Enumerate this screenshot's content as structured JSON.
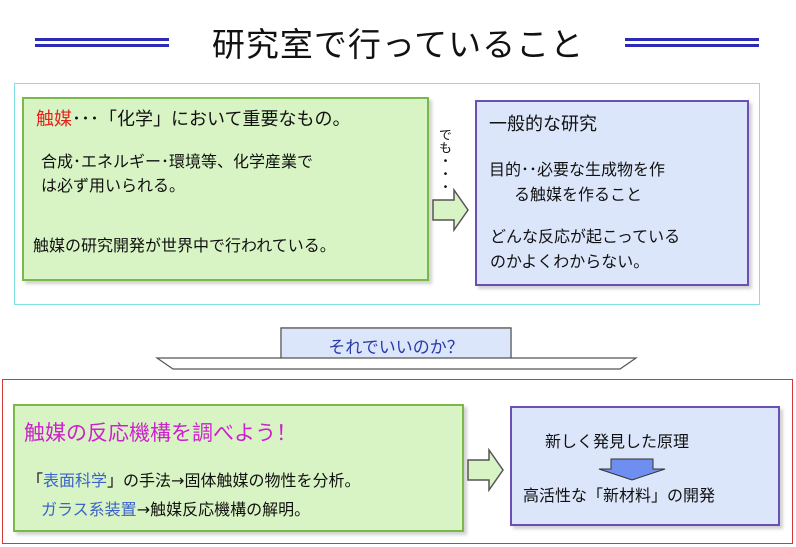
{
  "title": "研究室で行っていること",
  "box_catalyst": {
    "heading_red": "触媒",
    "heading_rest": "･･･「化学」において重要なもの。",
    "line1": "合成･エネルギー･環境等、化学産業で",
    "line2": "は必ず用いられる。",
    "line3": "触媒の研究開発が世界中で行われている。"
  },
  "demo_text": "でも・・・",
  "box_general": {
    "heading": "一般的な研究",
    "line1": "目的･･必要な生成物を作",
    "line2": "る触媒を作ること",
    "line3": "どんな反応が起こっている",
    "line4": "のかよくわからない。"
  },
  "banner": "それでいいのか？",
  "box_study": {
    "heading": "触媒の反応機構を調べよう！",
    "l1_pre": "「",
    "l1_term": "表面科学",
    "l1_post": "」の手法→固体触媒の物性を分析。",
    "l2_term": "ガラス系装置",
    "l2_post": "→触媒反応機構の解明。"
  },
  "box_result": {
    "line1": "新しく発見した原理",
    "line2": "高活性な「新材料」の開発"
  },
  "colors": {
    "title_lines": "#2b2bb8",
    "accent_red": "#e8201a",
    "magenta": "#cc22cc",
    "term_blue": "#3b63c9",
    "green_fill": "#d9f4c4",
    "blue_fill": "#dce6fb"
  }
}
